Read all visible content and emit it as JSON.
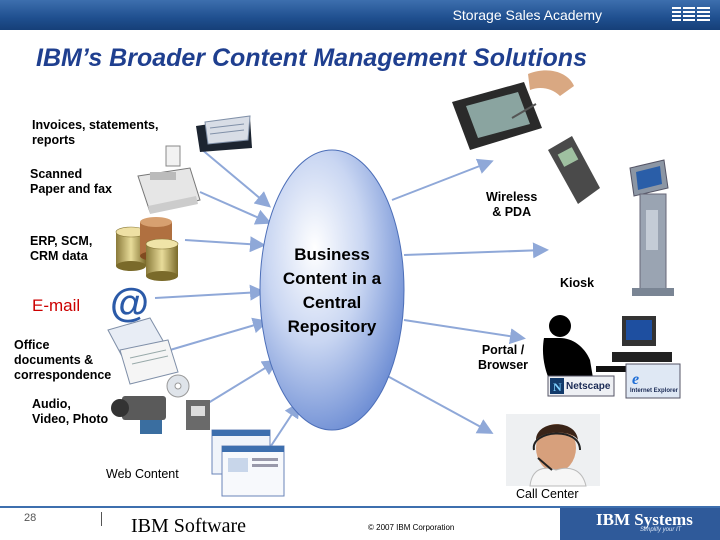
{
  "header": {
    "academy": "Storage Sales Academy",
    "logo": "IBM"
  },
  "title": "IBM’s Broader Content Management Solutions",
  "hub": {
    "lines": [
      "Business",
      "Content in a",
      "Central",
      "Repository"
    ]
  },
  "sources": {
    "invoices": [
      "Invoices, statements,",
      "reports"
    ],
    "scanned": [
      "Scanned",
      "Paper and fax"
    ],
    "erp": [
      "ERP, SCM,",
      "CRM data"
    ],
    "email": "E-mail",
    "office": [
      "Office",
      "documents &",
      "correspondence"
    ],
    "av": [
      "Audio,",
      "Video, Photo"
    ],
    "web": "Web Content"
  },
  "channels": {
    "wireless": [
      "Wireless",
      "& PDA"
    ],
    "kiosk": "Kiosk",
    "portal": [
      "Portal /",
      "Browser"
    ],
    "callcenter": "Call Center",
    "netscape": "Netscape",
    "ie": "Internet Explorer"
  },
  "footer": {
    "slide_number": "28",
    "software": "IBM Software",
    "copyright": "© 2007 IBM Corporation",
    "systems": "IBM Systems",
    "tagline": "Simplify your IT"
  },
  "colors": {
    "header": "#1f4f8f",
    "title": "#1f3f8f",
    "hub": "#6b8fd6",
    "arrow": "#8fa8d8"
  }
}
